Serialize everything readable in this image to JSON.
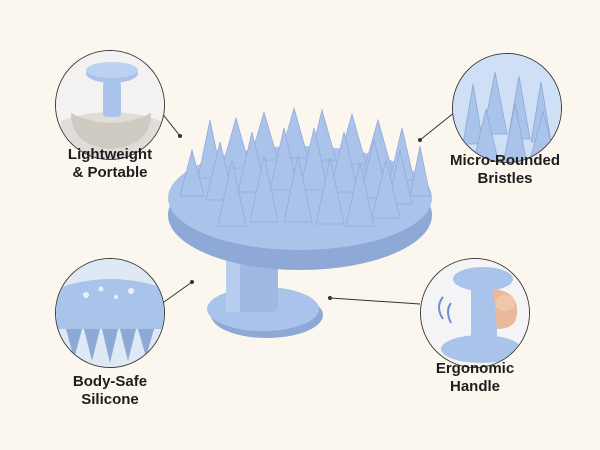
{
  "features": [
    {
      "id": "lightweight",
      "line1": "Lightweight",
      "line2": "& Portable",
      "icon": "stand-portable-icon"
    },
    {
      "id": "bristles",
      "line1": "Micro-Rounded",
      "line2": "Bristles",
      "icon": "bristles-closeup-icon"
    },
    {
      "id": "silicone",
      "line1": "Body-Safe",
      "line2": "Silicone",
      "icon": "silicone-closeup-icon"
    },
    {
      "id": "handle",
      "line1": "Ergonomic",
      "line2": "Handle",
      "icon": "hand-grip-icon"
    }
  ],
  "colors": {
    "background": "#fbf7ef",
    "silicone": "#a9c3ea",
    "silicone_shadow": "#8fa9d6",
    "text": "#1e1e1e"
  }
}
